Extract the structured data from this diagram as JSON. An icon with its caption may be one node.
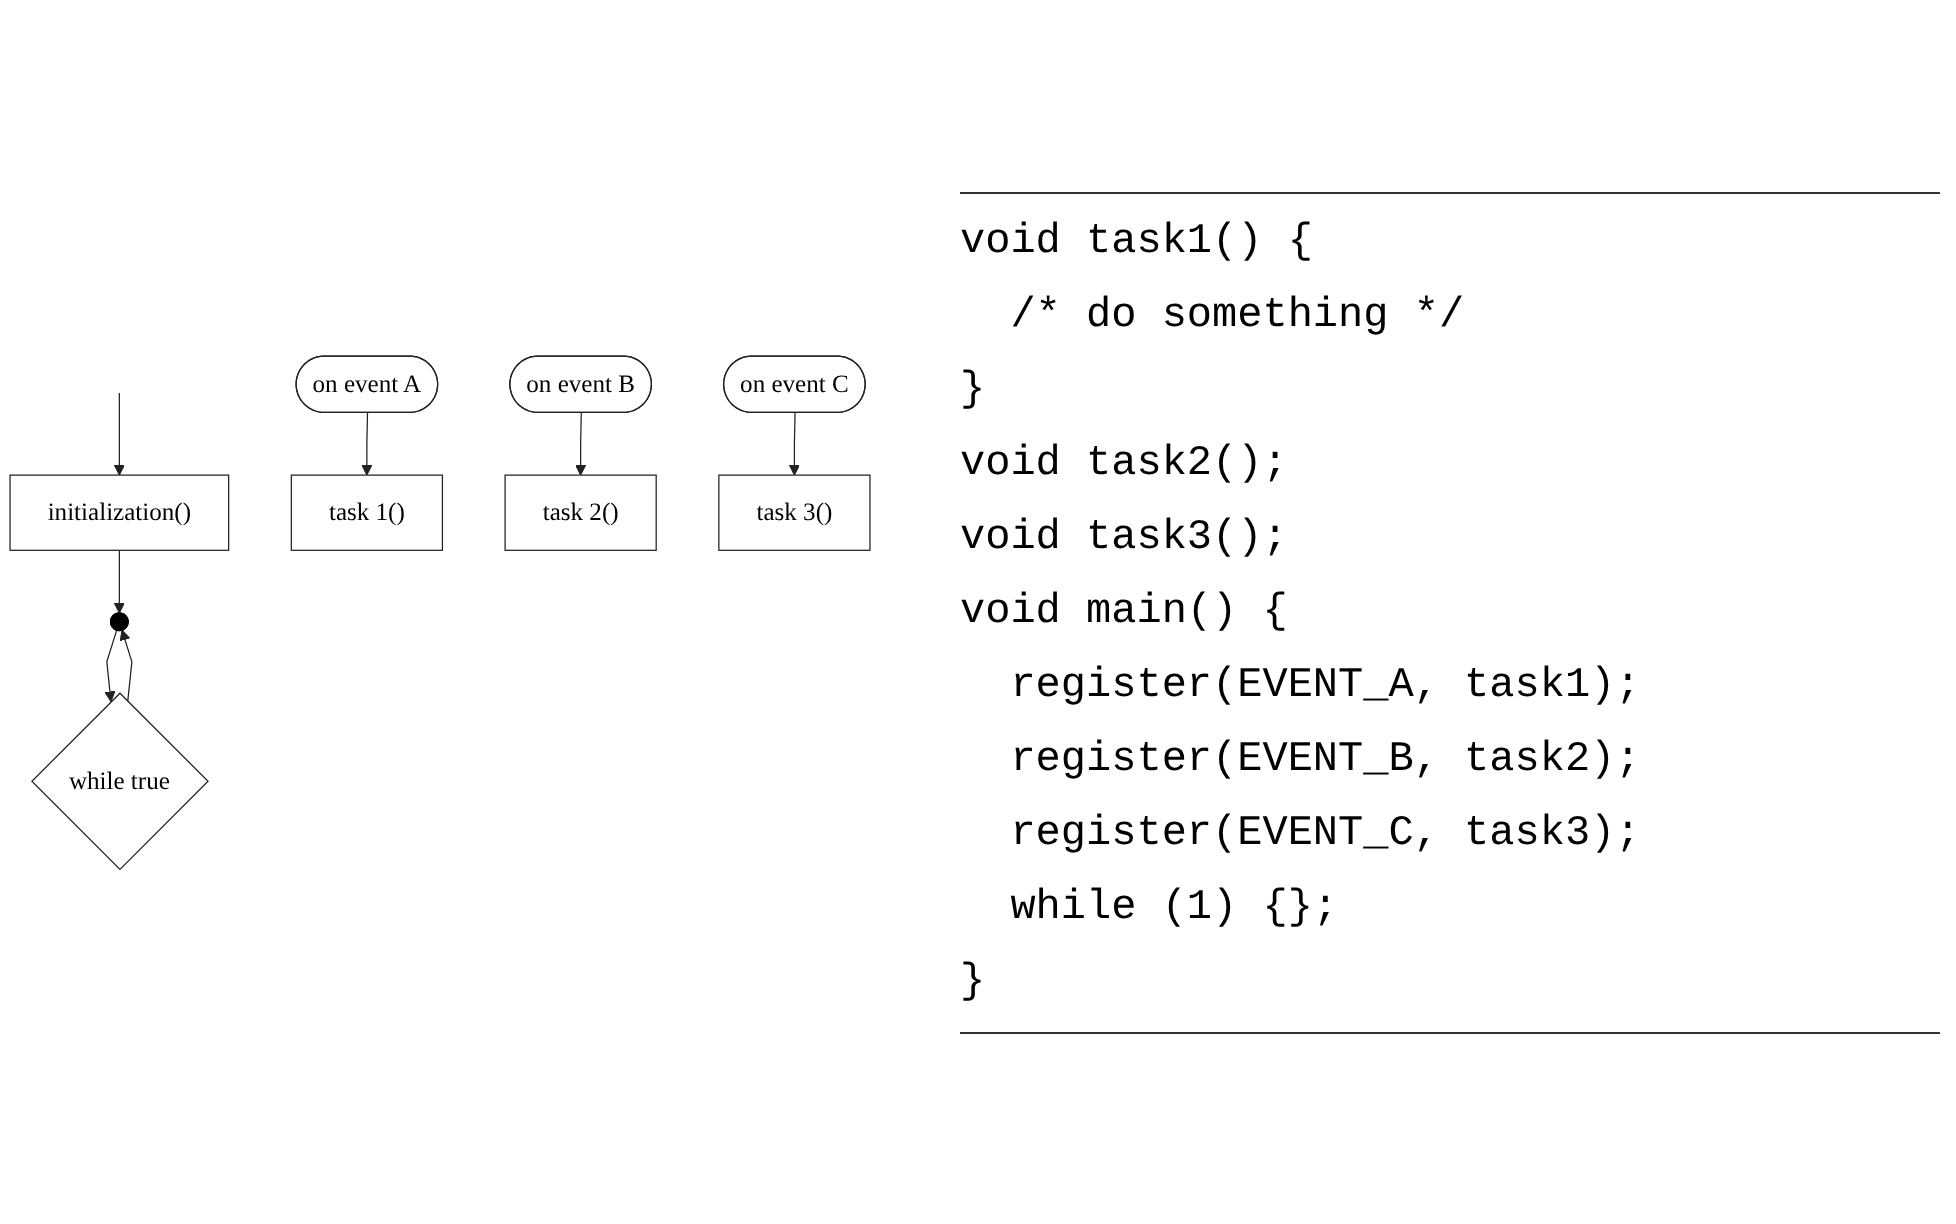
{
  "diagram": {
    "nodes": [
      {
        "text": [
          "initialization()"
        ]
      },
      {
        "text": [],
        "shape": "circle"
      },
      {
        "text": [
          "while true"
        ]
      },
      {
        "text": [
          "on event A"
        ]
      },
      {
        "text": [
          "task 1()"
        ]
      },
      {
        "text": [
          "on event B"
        ]
      },
      {
        "text": [
          "task 2()"
        ]
      },
      {
        "text": [
          "on event C"
        ]
      },
      {
        "text": [
          "task 3()"
        ]
      }
    ],
    "edges": [
      {
        "from": null,
        "to": 0,
        "arrow": "to"
      },
      {
        "from": 0,
        "to": 1,
        "arrow": "to"
      },
      {
        "from": 1,
        "to": 2,
        "arrow": "to"
      },
      {
        "from": 2,
        "to": 1,
        "arrow": "to"
      },
      {
        "from": 3,
        "to": 4,
        "arrow": "to"
      },
      {
        "from": 5,
        "to": 6,
        "arrow": "to"
      },
      {
        "from": 7,
        "to": 8,
        "arrow": "to"
      }
    ],
    "labels": [
      "void task1() {",
      "  /* do something */",
      "}",
      "void task2();",
      "void task3();",
      "void main() {",
      "  register(EVENT_A, task1);",
      "  register(EVENT_B, task2);",
      "  register(EVENT_C, task3);",
      "  while (1) {};",
      "}"
    ]
  }
}
